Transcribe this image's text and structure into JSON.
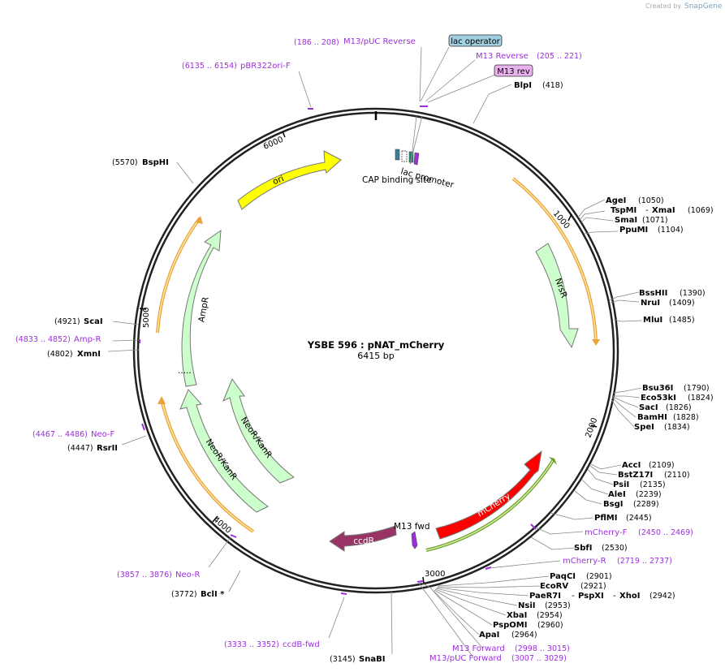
{
  "brand": {
    "created_by": "Created by",
    "name": "SnapGene"
  },
  "plasmid": {
    "name": "YSBE 596 : pNAT_mCherry",
    "length": "6415 bp"
  },
  "ticks": [
    "1000",
    "2000",
    "3000",
    "4000",
    "5000",
    "6000"
  ],
  "top_labels": {
    "m13_puc_reverse": {
      "pos": "(186 .. 208)",
      "name": "M13/pUC Reverse"
    },
    "lac_operator": "lac operator",
    "m13_reverse": {
      "name": "M13 Reverse",
      "pos": "(205 .. 221)"
    },
    "m13_rev": "M13 rev",
    "pbr322": {
      "pos": "(6135 .. 6154)",
      "name": "pBR322ori-F"
    },
    "lac_promoter": "lac promoter",
    "cap_site": "CAP binding site"
  },
  "enzymes_right": [
    {
      "name": "BlpI",
      "pos": "(418)"
    },
    {
      "name": "AgeI",
      "pos": "(1050)"
    },
    {
      "name": "TspMI",
      "sep": "-",
      "name2": "XmaI",
      "pos": "(1069)"
    },
    {
      "name": "SmaI",
      "pos": "(1071)"
    },
    {
      "name": "PpuMI",
      "pos": "(1104)"
    },
    {
      "name": "BssHII",
      "pos": "(1390)"
    },
    {
      "name": "NruI",
      "pos": "(1409)"
    },
    {
      "name": "MluI",
      "pos": "(1485)"
    },
    {
      "name": "Bsu36I",
      "pos": "(1790)"
    },
    {
      "name": "Eco53kI",
      "pos": "(1824)"
    },
    {
      "name": "SacI",
      "pos": "(1826)"
    },
    {
      "name": "BamHI",
      "pos": "(1828)"
    },
    {
      "name": "SpeI",
      "pos": "(1834)"
    },
    {
      "name": "AccI",
      "pos": "(2109)"
    },
    {
      "name": "BstZ17I",
      "pos": "(2110)"
    },
    {
      "name": "PsiI",
      "pos": "(2135)"
    },
    {
      "name": "AleI",
      "pos": "(2239)"
    },
    {
      "name": "BsgI",
      "pos": "(2289)"
    },
    {
      "name": "PflMI",
      "pos": "(2445)"
    },
    {
      "name": "SbfI",
      "pos": "(2530)"
    },
    {
      "name": "PaqCI",
      "pos": "(2901)"
    },
    {
      "name": "EcoRV",
      "pos": "(2921)"
    },
    {
      "name": "PaeR7I",
      "sep": "-",
      "name2": "PspXI",
      "sep2": "-",
      "name3": "XhoI",
      "pos": "(2942)"
    },
    {
      "name": "NsiI",
      "pos": "(2953)"
    },
    {
      "name": "XbaI",
      "pos": "(2954)"
    },
    {
      "name": "PspOMI",
      "pos": "(2960)"
    },
    {
      "name": "ApaI",
      "pos": "(2964)"
    }
  ],
  "primers_right": [
    {
      "name": "mCherry-F",
      "pos": "(2450 .. 2469)"
    },
    {
      "name": "mCherry-R",
      "pos": "(2719 .. 2737)"
    },
    {
      "name": "M13 Forward",
      "pos": "(2998 .. 3015)"
    },
    {
      "name": "M13/pUC Forward",
      "pos": "(3007 .. 3029)"
    }
  ],
  "bottom_labels": {
    "snabi": {
      "pos": "(3145)",
      "name": "SnaBI"
    },
    "ccdb_fwd": {
      "pos": "(3333 .. 3352)",
      "name": "ccdB-fwd"
    },
    "bcli": {
      "pos": "(3772)",
      "name": "BclI *"
    },
    "neo_r": {
      "pos": "(3857 .. 3876)",
      "name": "Neo-R"
    }
  },
  "left_labels": {
    "bsphi": {
      "pos": "(5570)",
      "name": "BspHI"
    },
    "scai": {
      "pos": "(4921)",
      "name": "ScaI"
    },
    "amp_r": {
      "pos": "(4833 .. 4852)",
      "name": "Amp-R"
    },
    "xmni": {
      "pos": "(4802)",
      "name": "XmnI"
    },
    "neo_f": {
      "pos": "(4467 .. 4486)",
      "name": "Neo-F"
    },
    "rsrii": {
      "pos": "(4447)",
      "name": "RsrII"
    }
  },
  "features": {
    "ori": "ori",
    "nrsr": "NrsR",
    "ampr": "AmpR",
    "neokanr_inner": "NeoR/KanR",
    "neokanr_outer": "NeoR/KanR",
    "mcherry": "mCherry",
    "ccdb": "ccdB",
    "m13_fwd": "M13 fwd",
    "ampr_dots": "....."
  },
  "colors": {
    "ori": "#ffff00",
    "green_feature": "#ccffcc",
    "mcherry": "#ff0000",
    "ccdb": "#993366",
    "primer": "#9b30d9",
    "orf": "#e8a33d",
    "lac_operator": "#9fcfe0",
    "m13_rev": "#e9b2ee"
  }
}
